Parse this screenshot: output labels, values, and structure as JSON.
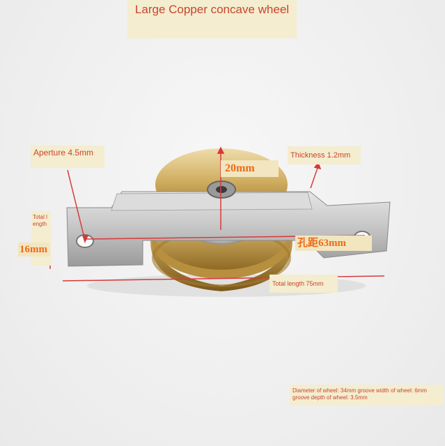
{
  "title": "Large Copper concave wheel",
  "labels": {
    "aperture": "Aperture 4.5mm",
    "thickness": "Thickness 1.2mm",
    "wheel_height": "20mm",
    "hole_distance": "孔距63mm",
    "total_width": "Total length",
    "bracket_height": "16mm",
    "total_length": "Total length 75mm",
    "specs": "Diameter of wheel: 34mm groove width of wheel: 6mm groove depth of wheel: 3.5mm"
  },
  "colors": {
    "annotation_red": "#d8383a",
    "label_text": "#c9452e",
    "label_bg": "#f4edcf",
    "brass": "#c9a24e",
    "steel": "#bfbfbf"
  }
}
